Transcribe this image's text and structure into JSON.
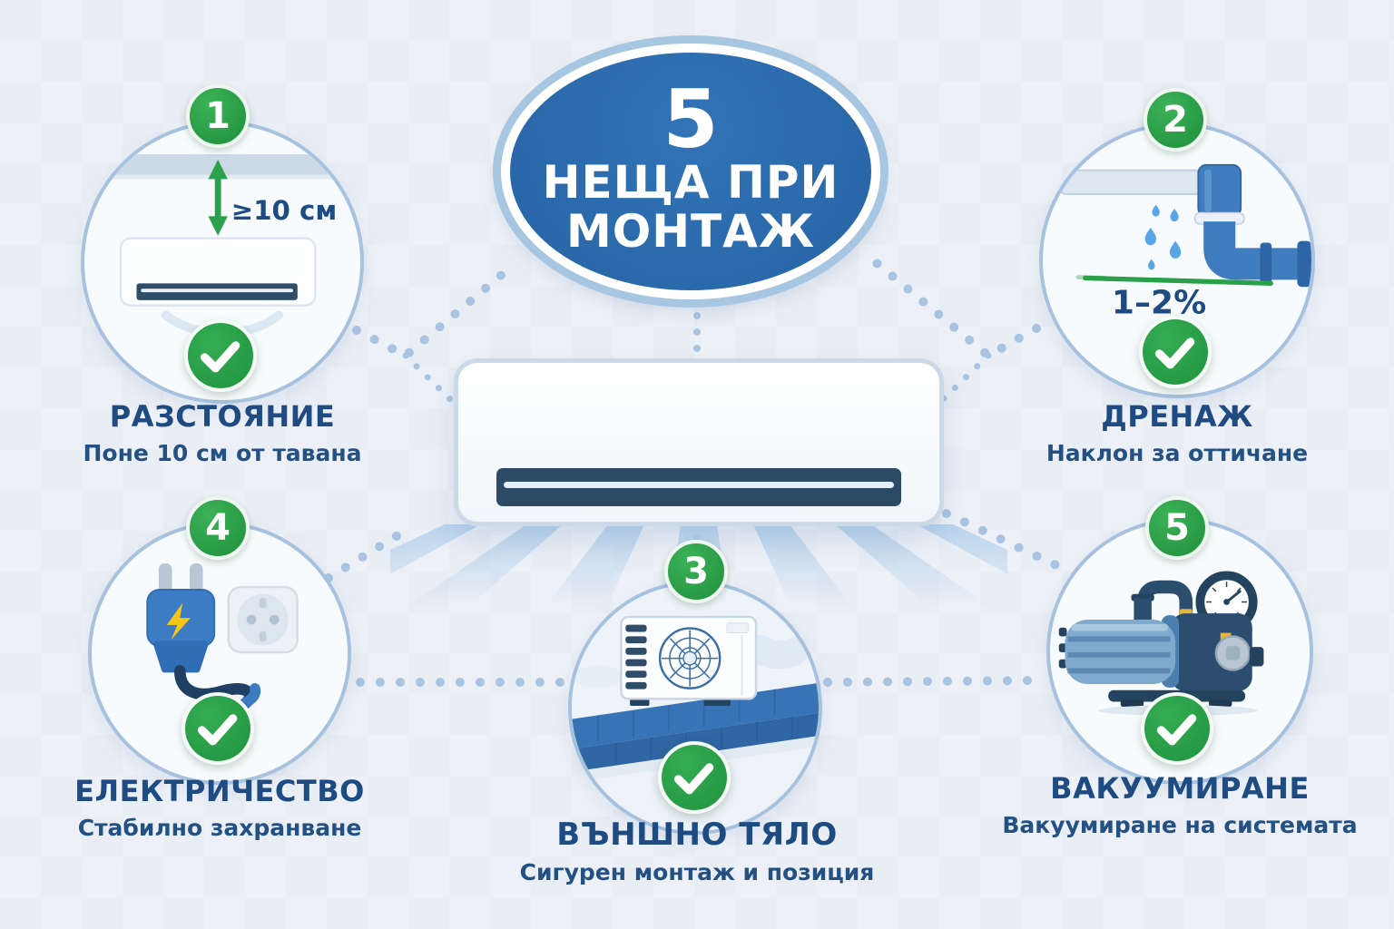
{
  "title": {
    "number": "5",
    "line1": "НЕЩА ПРИ",
    "line2": "МОНТАЖ"
  },
  "items": {
    "distance": {
      "badge": "1",
      "heading": "РАЗСТОЯНИЕ",
      "subtitle": "Поне 10 см от тавана",
      "annotation": "≥10 см"
    },
    "drain": {
      "badge": "2",
      "heading": "ДРЕНАЖ",
      "subtitle": "Наклон за оттичане",
      "annotation": "1–2%"
    },
    "outdoor_unit": {
      "badge": "3",
      "heading": "ВЪНШНО ТЯЛО",
      "subtitle": "Сигурен монтаж и позиция"
    },
    "electricity": {
      "badge": "4",
      "heading": "ЕЛЕКТРИЧЕСТВО",
      "subtitle": "Стабилно захранване"
    },
    "vacuum": {
      "badge": "5",
      "heading": "ВАКУУМИРАНЕ",
      "subtitle": "Вакуумиране на системата"
    }
  },
  "icons": {
    "check_icon": "✓",
    "double_arrow_icon": "↕"
  },
  "colors": {
    "primary_blue": "#2b6cad",
    "green": "#2aa04a",
    "navy_text": "#1d4b82",
    "connector_dot": "#a9c4e0",
    "pipe_blue": "#3f7dbf",
    "water_drop": "#58a6e8"
  }
}
